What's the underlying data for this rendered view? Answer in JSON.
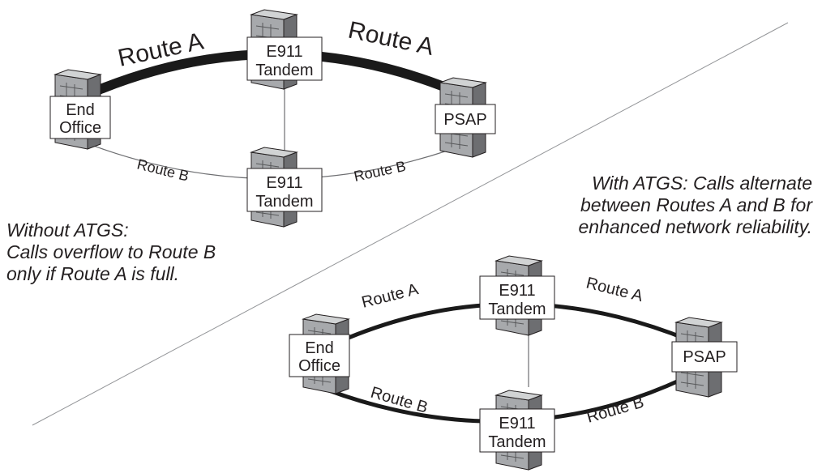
{
  "colors": {
    "ink": "#231f20",
    "route_line": "#1a1a1a",
    "thin_line": "#6d6e71",
    "server_face": "#a7a9ac",
    "server_light": "#d1d3d4",
    "server_dark": "#58595b",
    "label_bg": "#ffffff"
  },
  "diagrams": {
    "without": {
      "route_a_label_left": "Route A",
      "route_a_label_right": "Route A",
      "route_b_label_left": "Route B",
      "route_b_label_right": "Route B",
      "end_office": [
        "End",
        "Office"
      ],
      "tandem_top": [
        "E911",
        "Tandem"
      ],
      "tandem_bottom": [
        "E911",
        "Tandem"
      ],
      "psap": "PSAP"
    },
    "with": {
      "route_a_label_left": "Route A",
      "route_a_label_right": "Route A",
      "route_b_label_left": "Route B",
      "route_b_label_right": "Route B",
      "end_office": [
        "End",
        "Office"
      ],
      "tandem_top": [
        "E911",
        "Tandem"
      ],
      "tandem_bottom": [
        "E911",
        "Tandem"
      ],
      "psap": "PSAP"
    }
  },
  "captions": {
    "without_atgs": [
      "Without ATGS:",
      "Calls overflow to Route B",
      "only if Route A is full."
    ],
    "with_atgs": [
      "With ATGS: Calls alternate",
      "between Routes A and B for",
      "enhanced network reliability."
    ]
  }
}
